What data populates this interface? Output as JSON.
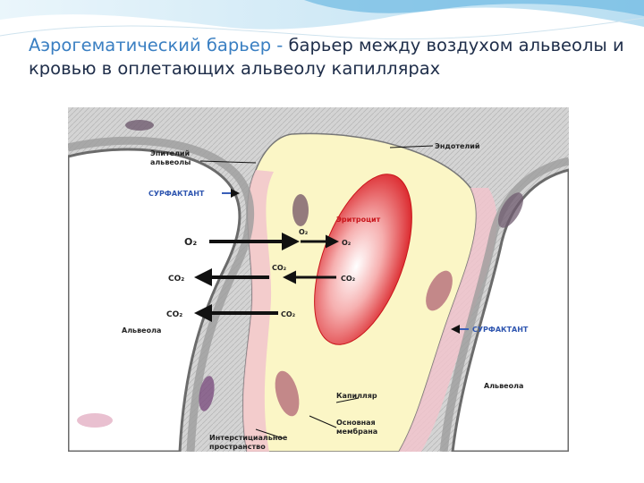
{
  "slide": {
    "title_term": "Аэрогематический барьер",
    "title_dash": "-",
    "title_rest": "барьер между воздухом альвеолы и кровью в оплетающих альвеолу капиллярах"
  },
  "diagram": {
    "labels": {
      "epithelium_line1": "Эпителий",
      "epithelium_line2": "альвеолы",
      "endothelium": "Эндотелий",
      "surfactant_left": "СУРФАКТАНТ",
      "surfactant_right": "СУРФАКТАНТ",
      "erythrocyte": "Эритроцит",
      "alveola_left": "Альвеола",
      "alveola_right": "Альвеола",
      "capillary": "Капилляр",
      "basement_line1": "Основная",
      "basement_line2": "мембрана",
      "interstitial_line1": "Интерстициальное",
      "interstitial_line2": "пространство"
    },
    "gases": {
      "o2_left": "O₂",
      "o2_mid": "O₂",
      "o2_right": "O₂",
      "co2_row2_left": "CO₂",
      "co2_row2_mid": "CO₂",
      "co2_row2_right": "CO₂",
      "co2_row3_left": "CO₂",
      "co2_row3_mid": "CO₂"
    }
  }
}
